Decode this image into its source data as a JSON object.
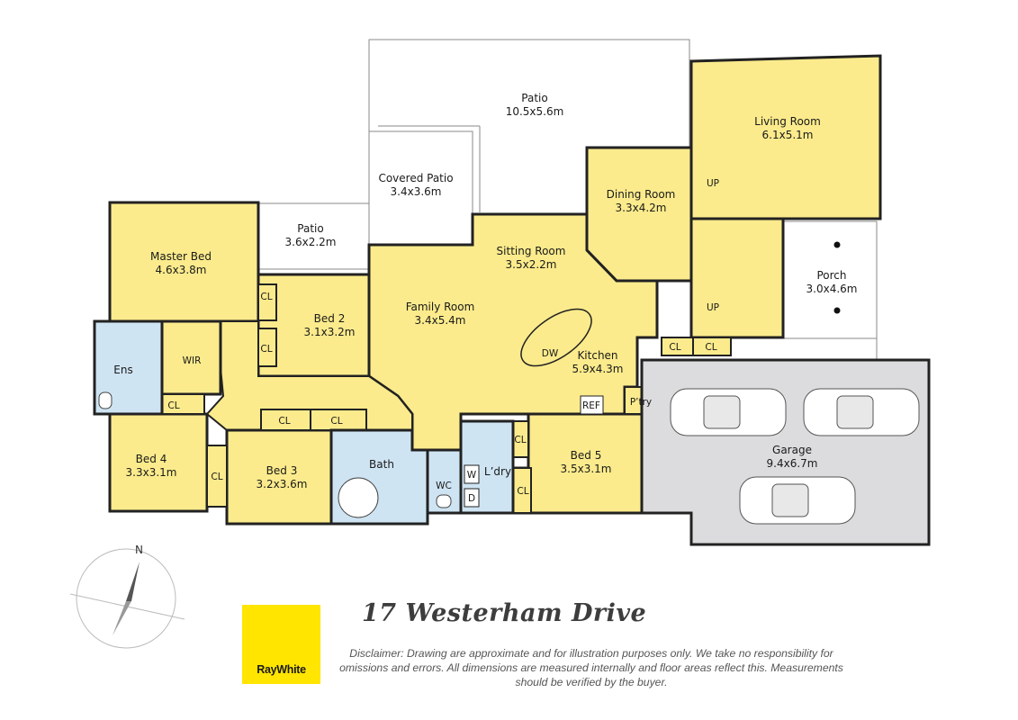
{
  "address": "17 Westerham Drive",
  "disclaimer": "Disclaimer: Drawing are approximate and for illustration purposes only. We take no responsibility for omissions and errors. All dimensions are measured internally and floor areas reflect this. Measurements should be verified by the buyer.",
  "brand": "RayWhite",
  "compass_label": "N",
  "colors": {
    "room": "#fbeb8c",
    "wet": "#cfe4f3",
    "garage": "#dcdcde",
    "wall": "#222222",
    "brand": "#ffe500"
  },
  "rooms": {
    "patio_main": {
      "name": "Patio",
      "dims": "10.5x5.6m"
    },
    "covered_patio": {
      "name": "Covered Patio",
      "dims": "3.4x3.6m"
    },
    "patio_small": {
      "name": "Patio",
      "dims": "3.6x2.2m"
    },
    "living": {
      "name": "Living Room",
      "dims": "6.1x5.1m"
    },
    "dining": {
      "name": "Dining Room",
      "dims": "3.3x4.2m"
    },
    "sitting": {
      "name": "Sitting Room",
      "dims": "3.5x2.2m"
    },
    "master": {
      "name": "Master Bed",
      "dims": "4.6x3.8m"
    },
    "bed2": {
      "name": "Bed 2",
      "dims": "3.1x3.2m"
    },
    "family": {
      "name": "Family Room",
      "dims": "3.4x5.4m"
    },
    "kitchen": {
      "name": "Kitchen",
      "dims": "5.9x4.3m"
    },
    "porch": {
      "name": "Porch",
      "dims": "3.0x4.6m"
    },
    "bed4": {
      "name": "Bed 4",
      "dims": "3.3x3.1m"
    },
    "bed3": {
      "name": "Bed 3",
      "dims": "3.2x3.6m"
    },
    "bed5": {
      "name": "Bed 5",
      "dims": "3.5x3.1m"
    },
    "garage": {
      "name": "Garage",
      "dims": "9.4x6.7m"
    }
  },
  "labels": {
    "ens": "Ens",
    "wir": "WIR",
    "bath": "Bath",
    "wc": "WC",
    "laundry": "L’dry",
    "w": "W",
    "d": "D",
    "dw": "DW",
    "ref": "REF",
    "pantry": "P’try",
    "cl": "CL",
    "up": "UP"
  }
}
